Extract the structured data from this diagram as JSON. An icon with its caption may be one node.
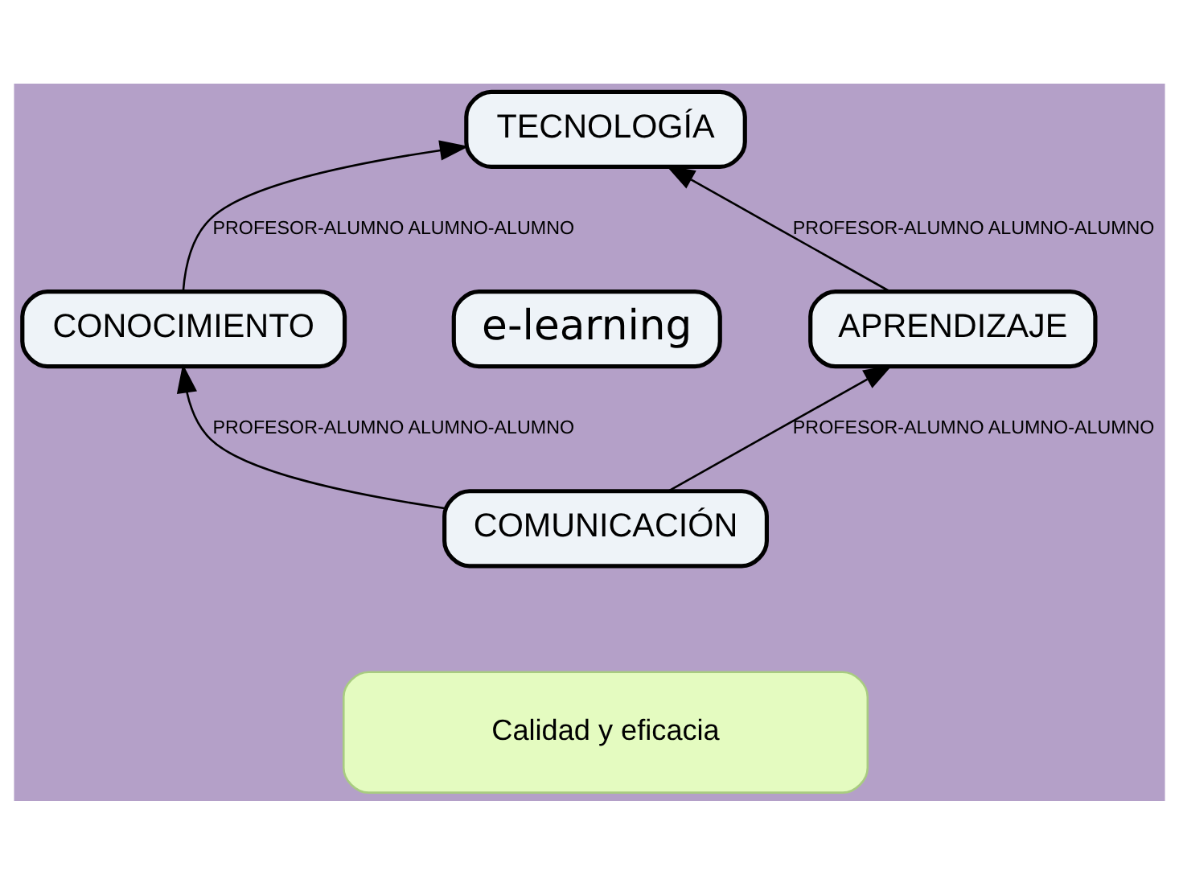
{
  "diagram": {
    "nodes": [
      {
        "text": [
          "TECNOLOGÍA"
        ]
      },
      {
        "text": [
          "CONOCIMIENTO"
        ]
      },
      {
        "text": [
          "e-learning"
        ]
      },
      {
        "text": [
          "APRENDIZAJE"
        ]
      },
      {
        "text": [
          "COMUNICACIÓN"
        ]
      },
      {
        "text": [
          "Calidad y eficacia"
        ]
      }
    ],
    "edges": [
      {
        "from": 1,
        "to": 0,
        "arrow": "to",
        "label": "PROFESOR-ALUMNO ALUMNO-ALUMNO"
      },
      {
        "from": 3,
        "to": 0,
        "arrow": "to",
        "label": "PROFESOR-ALUMNO ALUMNO-ALUMNO"
      },
      {
        "from": 4,
        "to": 1,
        "arrow": "to",
        "label": "PROFESOR-ALUMNO ALUMNO-ALUMNO"
      },
      {
        "from": 4,
        "to": 3,
        "arrow": "to",
        "label": "PROFESOR-ALUMNO ALUMNO-ALUMNO"
      }
    ]
  }
}
